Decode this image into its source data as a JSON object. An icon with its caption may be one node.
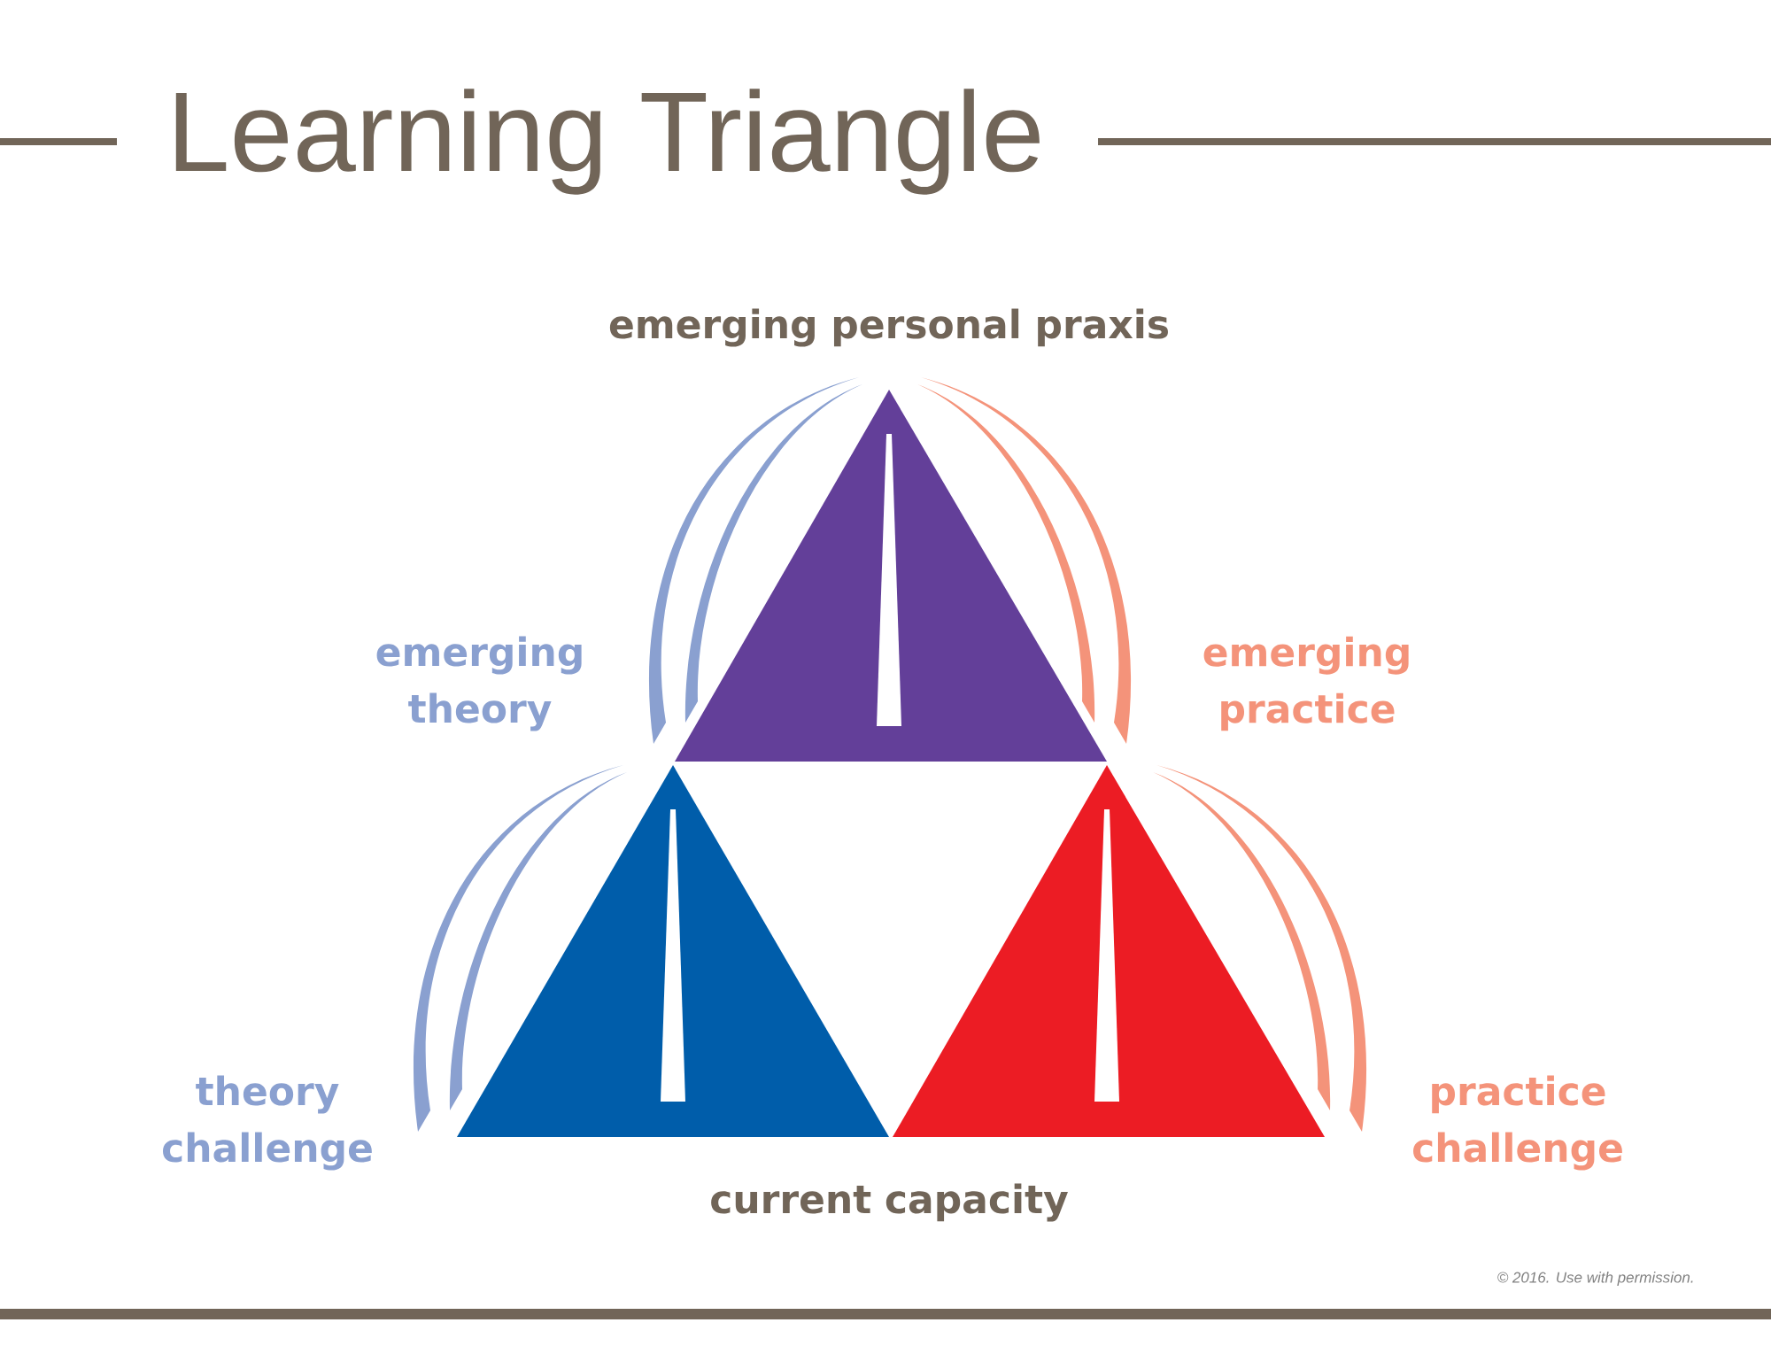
{
  "diagram": {
    "title": "Learning Triangle",
    "labels": [
      "emerging personal praxis",
      "emerging theory",
      "emerging practice",
      "theory challenge",
      "practice challenge",
      "current capacity",
      "© 2016. Use with permission."
    ]
  }
}
